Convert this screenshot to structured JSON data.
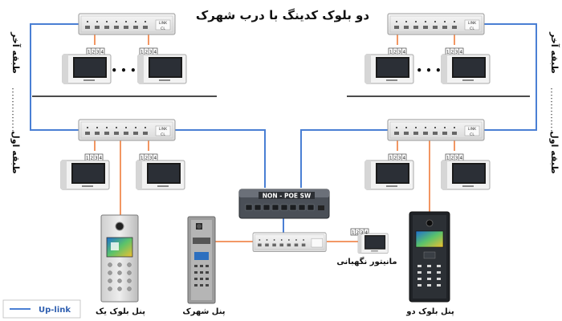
{
  "title": "دو بلوک کدینگ با درب شهرک",
  "floor_labels": {
    "left_top": "طبقه آخر",
    "left_bottom": "طبقه اول",
    "right_top": "طبقه آخر",
    "right_bottom": "طبقه اول"
  },
  "switch": {
    "label": "NON - POE SW"
  },
  "panel_labels": {
    "block_one": "پنل بلوک یک",
    "town": "پنل شهرک",
    "block_two": "پنل بلوک دو"
  },
  "guard_monitor_label": "مانیتور نگهبانی",
  "legend": {
    "uplink_label": "Up-link"
  },
  "distributor": {
    "port_numbers": [
      "1",
      "2",
      "3",
      "4"
    ],
    "side_labels": [
      "LINK",
      "CL"
    ]
  },
  "ellipsis": "• • •",
  "colors": {
    "uplink": "#4a7fd4",
    "cable": "#f08a50",
    "line": "#111111"
  }
}
